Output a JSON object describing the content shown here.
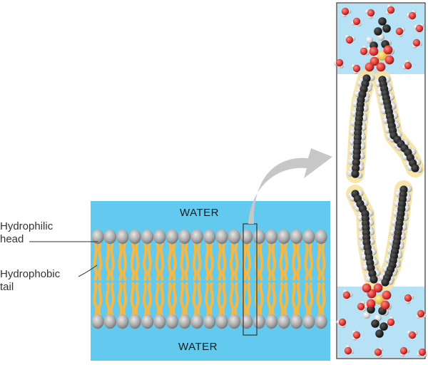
{
  "labels": {
    "water_top": "WATER",
    "water_bottom": "WATER",
    "head_line1": "Hydrophilic",
    "head_line2": "head",
    "tail_line1": "Hydrophobic",
    "tail_line2": "tail"
  },
  "colors": {
    "water": "#62c9ef",
    "tail": "#f1b84a",
    "head": "#a9a9a9",
    "oxygen": "#d2302c",
    "phosphorus": "#f3c43a",
    "carbon": "#1c1c1c",
    "hydrogen": "#cfcfcf",
    "arrow": "#c7c7c7"
  }
}
